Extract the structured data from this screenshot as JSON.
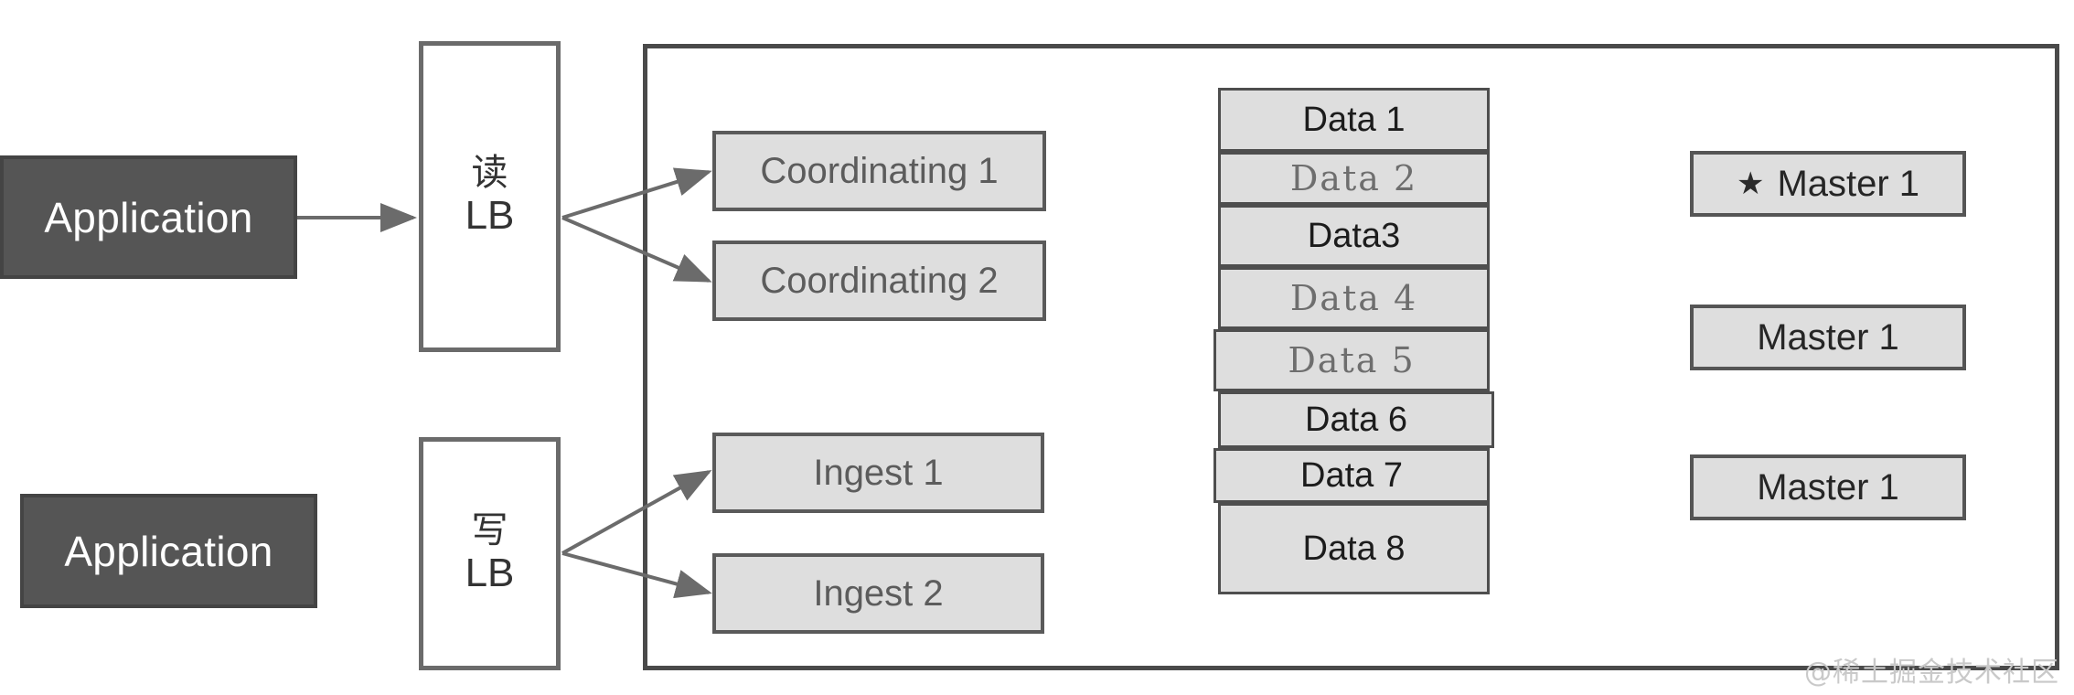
{
  "diagram": {
    "title": "Elasticsearch read/write load-balanced cluster architecture",
    "watermark": "@稀土掘金技术社区"
  },
  "clients": [
    {
      "id": "app-read",
      "label": "Application"
    },
    {
      "id": "app-write",
      "label": "Application"
    }
  ],
  "load_balancers": [
    {
      "id": "lb-read",
      "cn": "读",
      "en": "LB",
      "role": "read"
    },
    {
      "id": "lb-write",
      "cn": "写",
      "en": "LB",
      "role": "write"
    }
  ],
  "coordinating_nodes": [
    {
      "label": "Coordinating 1"
    },
    {
      "label": "Coordinating 2"
    }
  ],
  "ingest_nodes": [
    {
      "label": "Ingest 1"
    },
    {
      "label": "Ingest 2"
    }
  ],
  "data_stack": [
    {
      "label": "Data 1",
      "style": "sans"
    },
    {
      "label": "Data 2",
      "style": "serif"
    },
    {
      "label": "Data3",
      "style": "sans"
    },
    {
      "label": "Data 4",
      "style": "serif"
    },
    {
      "label": "Data 5",
      "style": "serif"
    },
    {
      "label": "Data 6",
      "style": "sans"
    },
    {
      "label": "Data 7",
      "style": "sans"
    },
    {
      "label": "Data 8",
      "style": "sans"
    }
  ],
  "master_nodes": [
    {
      "label": "Master 1",
      "starred": true,
      "star": "★"
    },
    {
      "label": "Master 1",
      "starred": false,
      "star": ""
    },
    {
      "label": "Master 1",
      "starred": false,
      "star": ""
    }
  ],
  "colors": {
    "app_fill": "#555555",
    "node_fill": "#dedede",
    "border_dark": "#4a4a4a",
    "border_node": "#5a5a5a",
    "arrow": "#6b6b6b",
    "watermark": "#c9c9c9"
  }
}
